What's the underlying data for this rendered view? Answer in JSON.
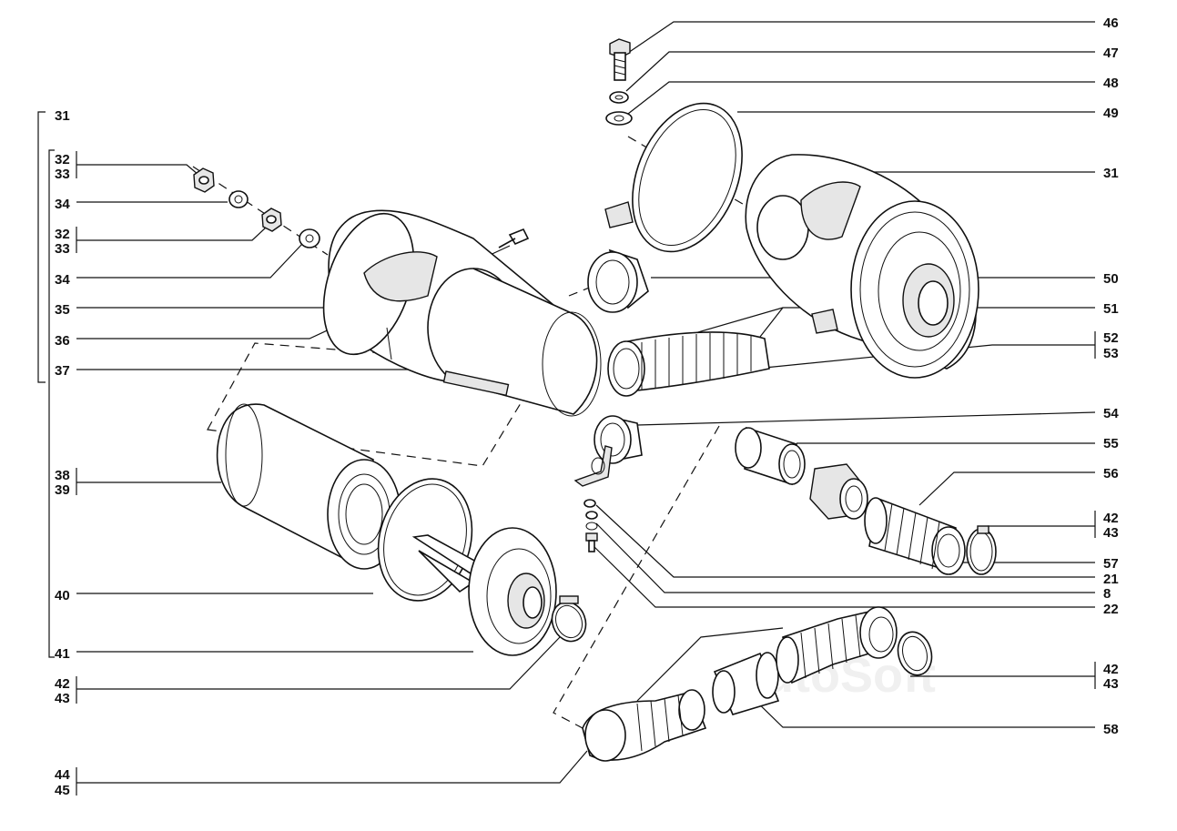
{
  "watermark": "AutoSoft",
  "labels_left": [
    {
      "id": "l31",
      "text": "31"
    },
    {
      "id": "l32a",
      "text": "32"
    },
    {
      "id": "l33a",
      "text": "33"
    },
    {
      "id": "l34a",
      "text": "34"
    },
    {
      "id": "l32b",
      "text": "32"
    },
    {
      "id": "l33b",
      "text": "33"
    },
    {
      "id": "l34b",
      "text": "34"
    },
    {
      "id": "l35",
      "text": "35"
    },
    {
      "id": "l36",
      "text": "36"
    },
    {
      "id": "l37",
      "text": "37"
    },
    {
      "id": "l38",
      "text": "38"
    },
    {
      "id": "l39",
      "text": "39"
    },
    {
      "id": "l40",
      "text": "40"
    },
    {
      "id": "l41",
      "text": "41"
    },
    {
      "id": "l42a",
      "text": "42"
    },
    {
      "id": "l43a",
      "text": "43"
    },
    {
      "id": "l44",
      "text": "44"
    },
    {
      "id": "l45",
      "text": "45"
    }
  ],
  "labels_right": [
    {
      "id": "r46",
      "text": "46"
    },
    {
      "id": "r47",
      "text": "47"
    },
    {
      "id": "r48",
      "text": "48"
    },
    {
      "id": "r49",
      "text": "49"
    },
    {
      "id": "r31",
      "text": "31"
    },
    {
      "id": "r50",
      "text": "50"
    },
    {
      "id": "r51",
      "text": "51"
    },
    {
      "id": "r52",
      "text": "52"
    },
    {
      "id": "r53",
      "text": "53"
    },
    {
      "id": "r54",
      "text": "54"
    },
    {
      "id": "r55",
      "text": "55"
    },
    {
      "id": "r56",
      "text": "56"
    },
    {
      "id": "r42a",
      "text": "42"
    },
    {
      "id": "r43a",
      "text": "43"
    },
    {
      "id": "r57",
      "text": "57"
    },
    {
      "id": "r21",
      "text": "21"
    },
    {
      "id": "r8",
      "text": "8"
    },
    {
      "id": "r22",
      "text": "22"
    },
    {
      "id": "r42b",
      "text": "42"
    },
    {
      "id": "r43b",
      "text": "43"
    },
    {
      "id": "r58",
      "text": "58"
    }
  ]
}
